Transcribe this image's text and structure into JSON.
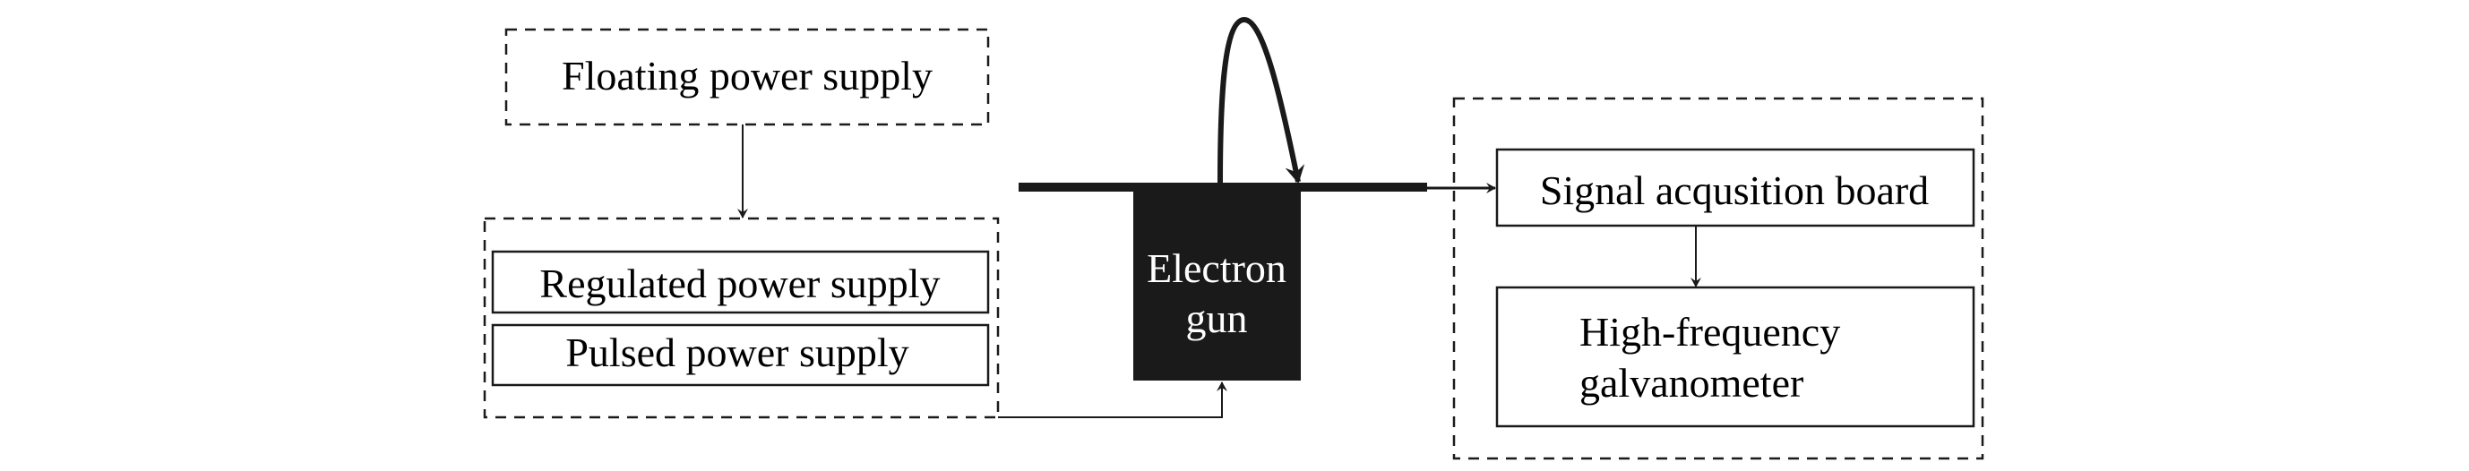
{
  "blocks": {
    "floating": "Floating power supply",
    "regulated": "Regulated power supply",
    "pulsed": "Pulsed power supply",
    "gun_line1": "Electron",
    "gun_line2": "gun",
    "signal": "Signal acqusition board",
    "galv_line1": "High-frequency",
    "galv_line2": "galvanometer"
  },
  "colors": {
    "ink": "#1a1a1a",
    "background": "#ffffff",
    "gun_text": "#ffffff"
  }
}
